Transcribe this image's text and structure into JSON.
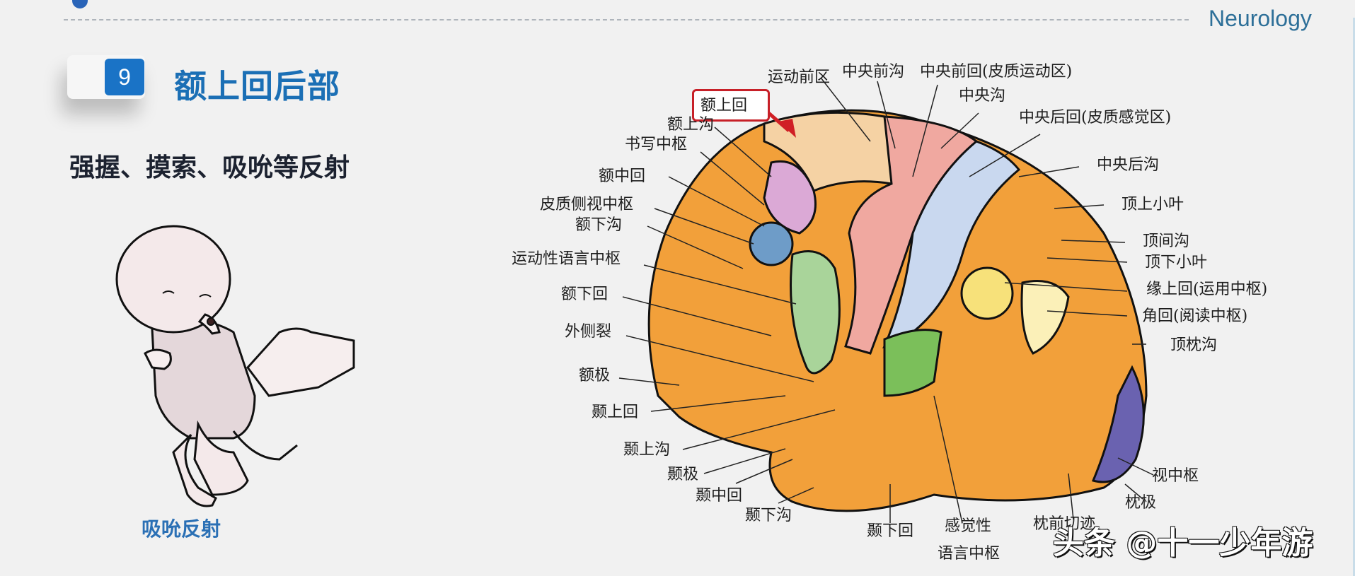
{
  "header": {
    "brand": "Neurology"
  },
  "section": {
    "number": "9",
    "title": "额上回后部",
    "subtitle": "强握、摸索、吸吮等反射"
  },
  "illustration": {
    "caption": "吸吮反射",
    "subject": "infant-sucking-reflex"
  },
  "brain_diagram": {
    "highlight_label": "额上回",
    "labels_top": [
      "运动前区",
      "中央前沟",
      "中央前回(皮质运动区)",
      "中央沟",
      "中央后回(皮质感觉区)"
    ],
    "labels_left": [
      "额上沟",
      "书写中枢",
      "额中回",
      "皮质侧视中枢",
      "额下沟",
      "运动性语言中枢",
      "额下回",
      "外侧裂",
      "额极",
      "颞上回",
      "颞上沟",
      "颞极",
      "颞中回",
      "颞下沟"
    ],
    "labels_right": [
      "中央后沟",
      "顶上小叶",
      "顶间沟",
      "顶下小叶",
      "缘上回(运用中枢)",
      "角回(阅读中枢)",
      "顶枕沟",
      "视中枢",
      "枕极"
    ],
    "labels_bottom": [
      "颞下回",
      "感觉性",
      "语言中枢",
      "枕前切迹"
    ],
    "colors": {
      "cortex": "#f2a03a",
      "premotor": "#f5d2a4",
      "precentral": "#f0a8a0",
      "postcentral": "#c9d8ef",
      "writing_center": "#dba9d6",
      "gaze_center": "#6e9cc8",
      "broca": "#a9d49a",
      "wernicke": "#7bbf5a",
      "supramarginal": "#f7e17a",
      "angular": "#fbf0b8",
      "visual": "#6a62b0",
      "highlight": "#c72028"
    }
  },
  "watermark": "头条 @十一少年游",
  "colors": {
    "accent": "#1a73c6",
    "title": "#1b6fb5",
    "background": "#f1f1f1"
  }
}
